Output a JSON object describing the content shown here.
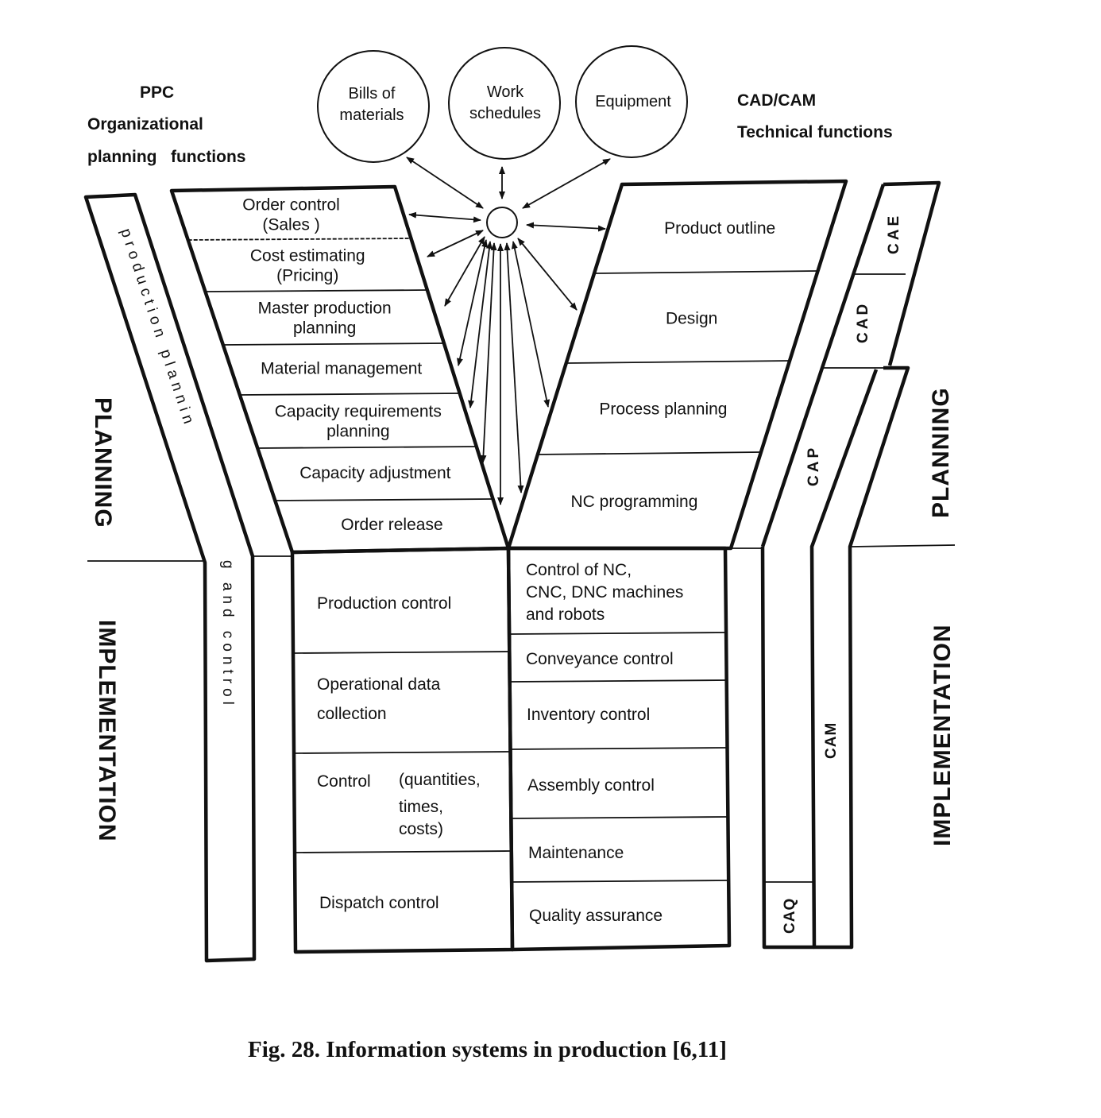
{
  "header": {
    "ppc_title": "PPC",
    "ppc_line1": "Organizational",
    "ppc_line2": "planning   functions",
    "cadcam_title": "CAD/CAM",
    "cadcam_subtitle": "Technical functions"
  },
  "data_stores": [
    {
      "line1": "Bills of",
      "line2": "materials"
    },
    {
      "line1": "Work",
      "line2": "schedules"
    },
    {
      "line1": "Equipment",
      "line2": ""
    }
  ],
  "ppc_planning": [
    {
      "line1": "Order control",
      "line2": "(Sales )"
    },
    {
      "line1": "Cost estimating",
      "line2": "(Pricing)"
    },
    {
      "line1": "Master production",
      "line2": "planning"
    },
    {
      "line1": "Material management",
      "line2": ""
    },
    {
      "line1": "Capacity requirements",
      "line2": "planning"
    },
    {
      "line1": "Capacity adjustment",
      "line2": ""
    },
    {
      "line1": "Order release",
      "line2": ""
    }
  ],
  "ppc_implementation": [
    {
      "lines": [
        "Production control"
      ]
    },
    {
      "lines": [
        "Operational data",
        "collection"
      ]
    },
    {
      "lines": [
        "Control",
        "(quantities,",
        "times,",
        "costs)"
      ]
    },
    {
      "lines": [
        "Dispatch control"
      ]
    }
  ],
  "cadcam_planning": [
    {
      "label": "Product outline"
    },
    {
      "label": "Design"
    },
    {
      "label": "Process planning"
    },
    {
      "label": "NC programming"
    }
  ],
  "cadcam_implementation": [
    {
      "lines": [
        "Control of NC,",
        "CNC, DNC machines",
        "and robots"
      ]
    },
    {
      "lines": [
        "Conveyance control"
      ]
    },
    {
      "lines": [
        "Inventory control"
      ]
    },
    {
      "lines": [
        "Assembly control"
      ]
    },
    {
      "lines": [
        "Maintenance"
      ]
    },
    {
      "lines": [
        "Quality assurance"
      ]
    }
  ],
  "side_bands": {
    "ppc_band": "production planning and control",
    "cae": "CAE",
    "cad": "CAD",
    "cap": "CAP",
    "cam": "CAM",
    "caq": "CAQ"
  },
  "phases": {
    "left_planning": "PLANNING",
    "left_implementation": "IMPLEMENTATION",
    "right_planning": "PLANNING",
    "right_implementation": "IMPLEMENTATION"
  },
  "caption": "Fig. 28. Information systems in production [6,11]"
}
